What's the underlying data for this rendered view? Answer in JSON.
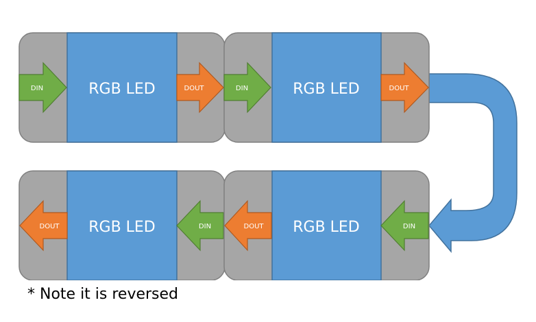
{
  "colors": {
    "module_body": "#a6a6a6",
    "led_fill": "#5b9bd5",
    "din_arrow": "#70ad47",
    "dout_arrow": "#ed7d31",
    "connector": "#5b9bd5",
    "outline": "#41719c"
  },
  "modules": [
    {
      "led_label": "RGB LED",
      "din_label": "DIN",
      "dout_label": "DOUT",
      "direction": "right"
    },
    {
      "led_label": "RGB LED",
      "din_label": "DIN",
      "dout_label": "DOUT",
      "direction": "right"
    },
    {
      "led_label": "RGB LED",
      "din_label": "DIN",
      "dout_label": "DOUT",
      "direction": "left"
    },
    {
      "led_label": "RGB LED",
      "din_label": "DIN",
      "dout_label": "DOUT",
      "direction": "left"
    }
  ],
  "note": "* Note it is reversed"
}
